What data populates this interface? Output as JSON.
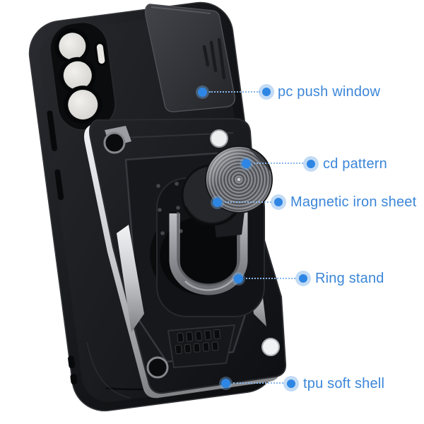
{
  "product": {
    "type": "black armor phone case with slide camera cover, magnetic ring stand kickstand",
    "shell_color_name": "black"
  },
  "palette": {
    "background": "#ffffff",
    "case_black": "#141518",
    "silver_accent": "#c7c9cd",
    "callout_dot": "#2e86e4",
    "callout_halo": "rgba(120,175,232,0.4)",
    "callout_line": "#88b6ea",
    "callout_text": "#3b86d8"
  },
  "annotations": [
    {
      "id": "pc-push-window",
      "label": "pc push window"
    },
    {
      "id": "cd-pattern",
      "label": "cd pattern"
    },
    {
      "id": "magnetic-iron-sheet",
      "label": "Magnetic iron sheet"
    },
    {
      "id": "ring-stand",
      "label": "Ring stand"
    },
    {
      "id": "tpu-soft-shell",
      "label": "tpu soft shell"
    }
  ]
}
